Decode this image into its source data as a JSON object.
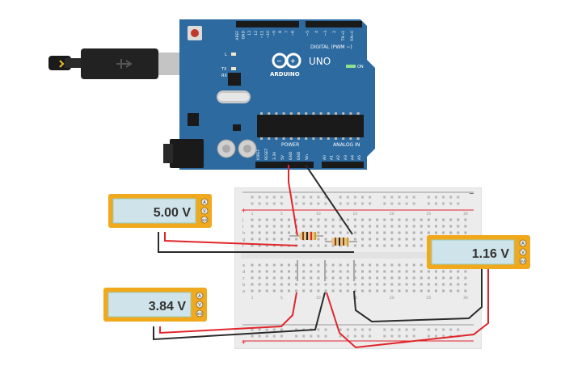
{
  "arduino": {
    "brand": "ARDUINO",
    "model": "UNO",
    "on_label": "ON",
    "digital_label": "DIGITAL (PWM ~)",
    "power_label": "POWER",
    "analog_label": "ANALOG IN",
    "led_labels": [
      "L",
      "TX",
      "RX"
    ],
    "top_pins": [
      "AREF",
      "GND",
      "13",
      "12",
      "~11",
      "~10",
      "~9",
      "8",
      "7",
      "~6",
      "~5",
      "4",
      "~3",
      "2",
      "TX→1",
      "RX←0"
    ],
    "power_pins": [
      "IOREF",
      "RESET",
      "3.3V",
      "5V",
      "GND",
      "GND",
      "Vin"
    ],
    "analog_pins": [
      "A0",
      "A1",
      "A2",
      "A3",
      "A4",
      "A5"
    ],
    "colors": {
      "board": "#2c6aa0",
      "usb": "#c4c4c4",
      "chip": "#1a1a1a"
    }
  },
  "multimeters": [
    {
      "id": "mm1",
      "reading": "5.00 V",
      "terminals": [
        "A",
        "V",
        "mA"
      ]
    },
    {
      "id": "mm2",
      "reading": "3.84 V",
      "terminals": [
        "A",
        "V",
        "mA"
      ]
    },
    {
      "id": "mm3",
      "reading": "1.16 V",
      "terminals": [
        "A",
        "V",
        "mA"
      ]
    }
  ],
  "breadboard": {
    "row_letters_top": [
      "j",
      "i",
      "h",
      "g",
      "f"
    ],
    "row_letters_bottom": [
      "e",
      "d",
      "c",
      "b",
      "a"
    ],
    "column_numbers": [
      "1",
      "",
      "",
      "",
      "5",
      "",
      "",
      "",
      "",
      "10",
      "",
      "",
      "",
      "",
      "15",
      "",
      "",
      "",
      "",
      "20",
      "",
      "",
      "",
      "",
      "25",
      "",
      "",
      "",
      "",
      "30"
    ],
    "rail_plus": "+",
    "rail_minus": "−"
  },
  "colors": {
    "wire_red": "#e0262b",
    "wire_black": "#2b2b2b",
    "multimeter_case": "#f0a81c",
    "display_bg": "#cfe3ea"
  }
}
